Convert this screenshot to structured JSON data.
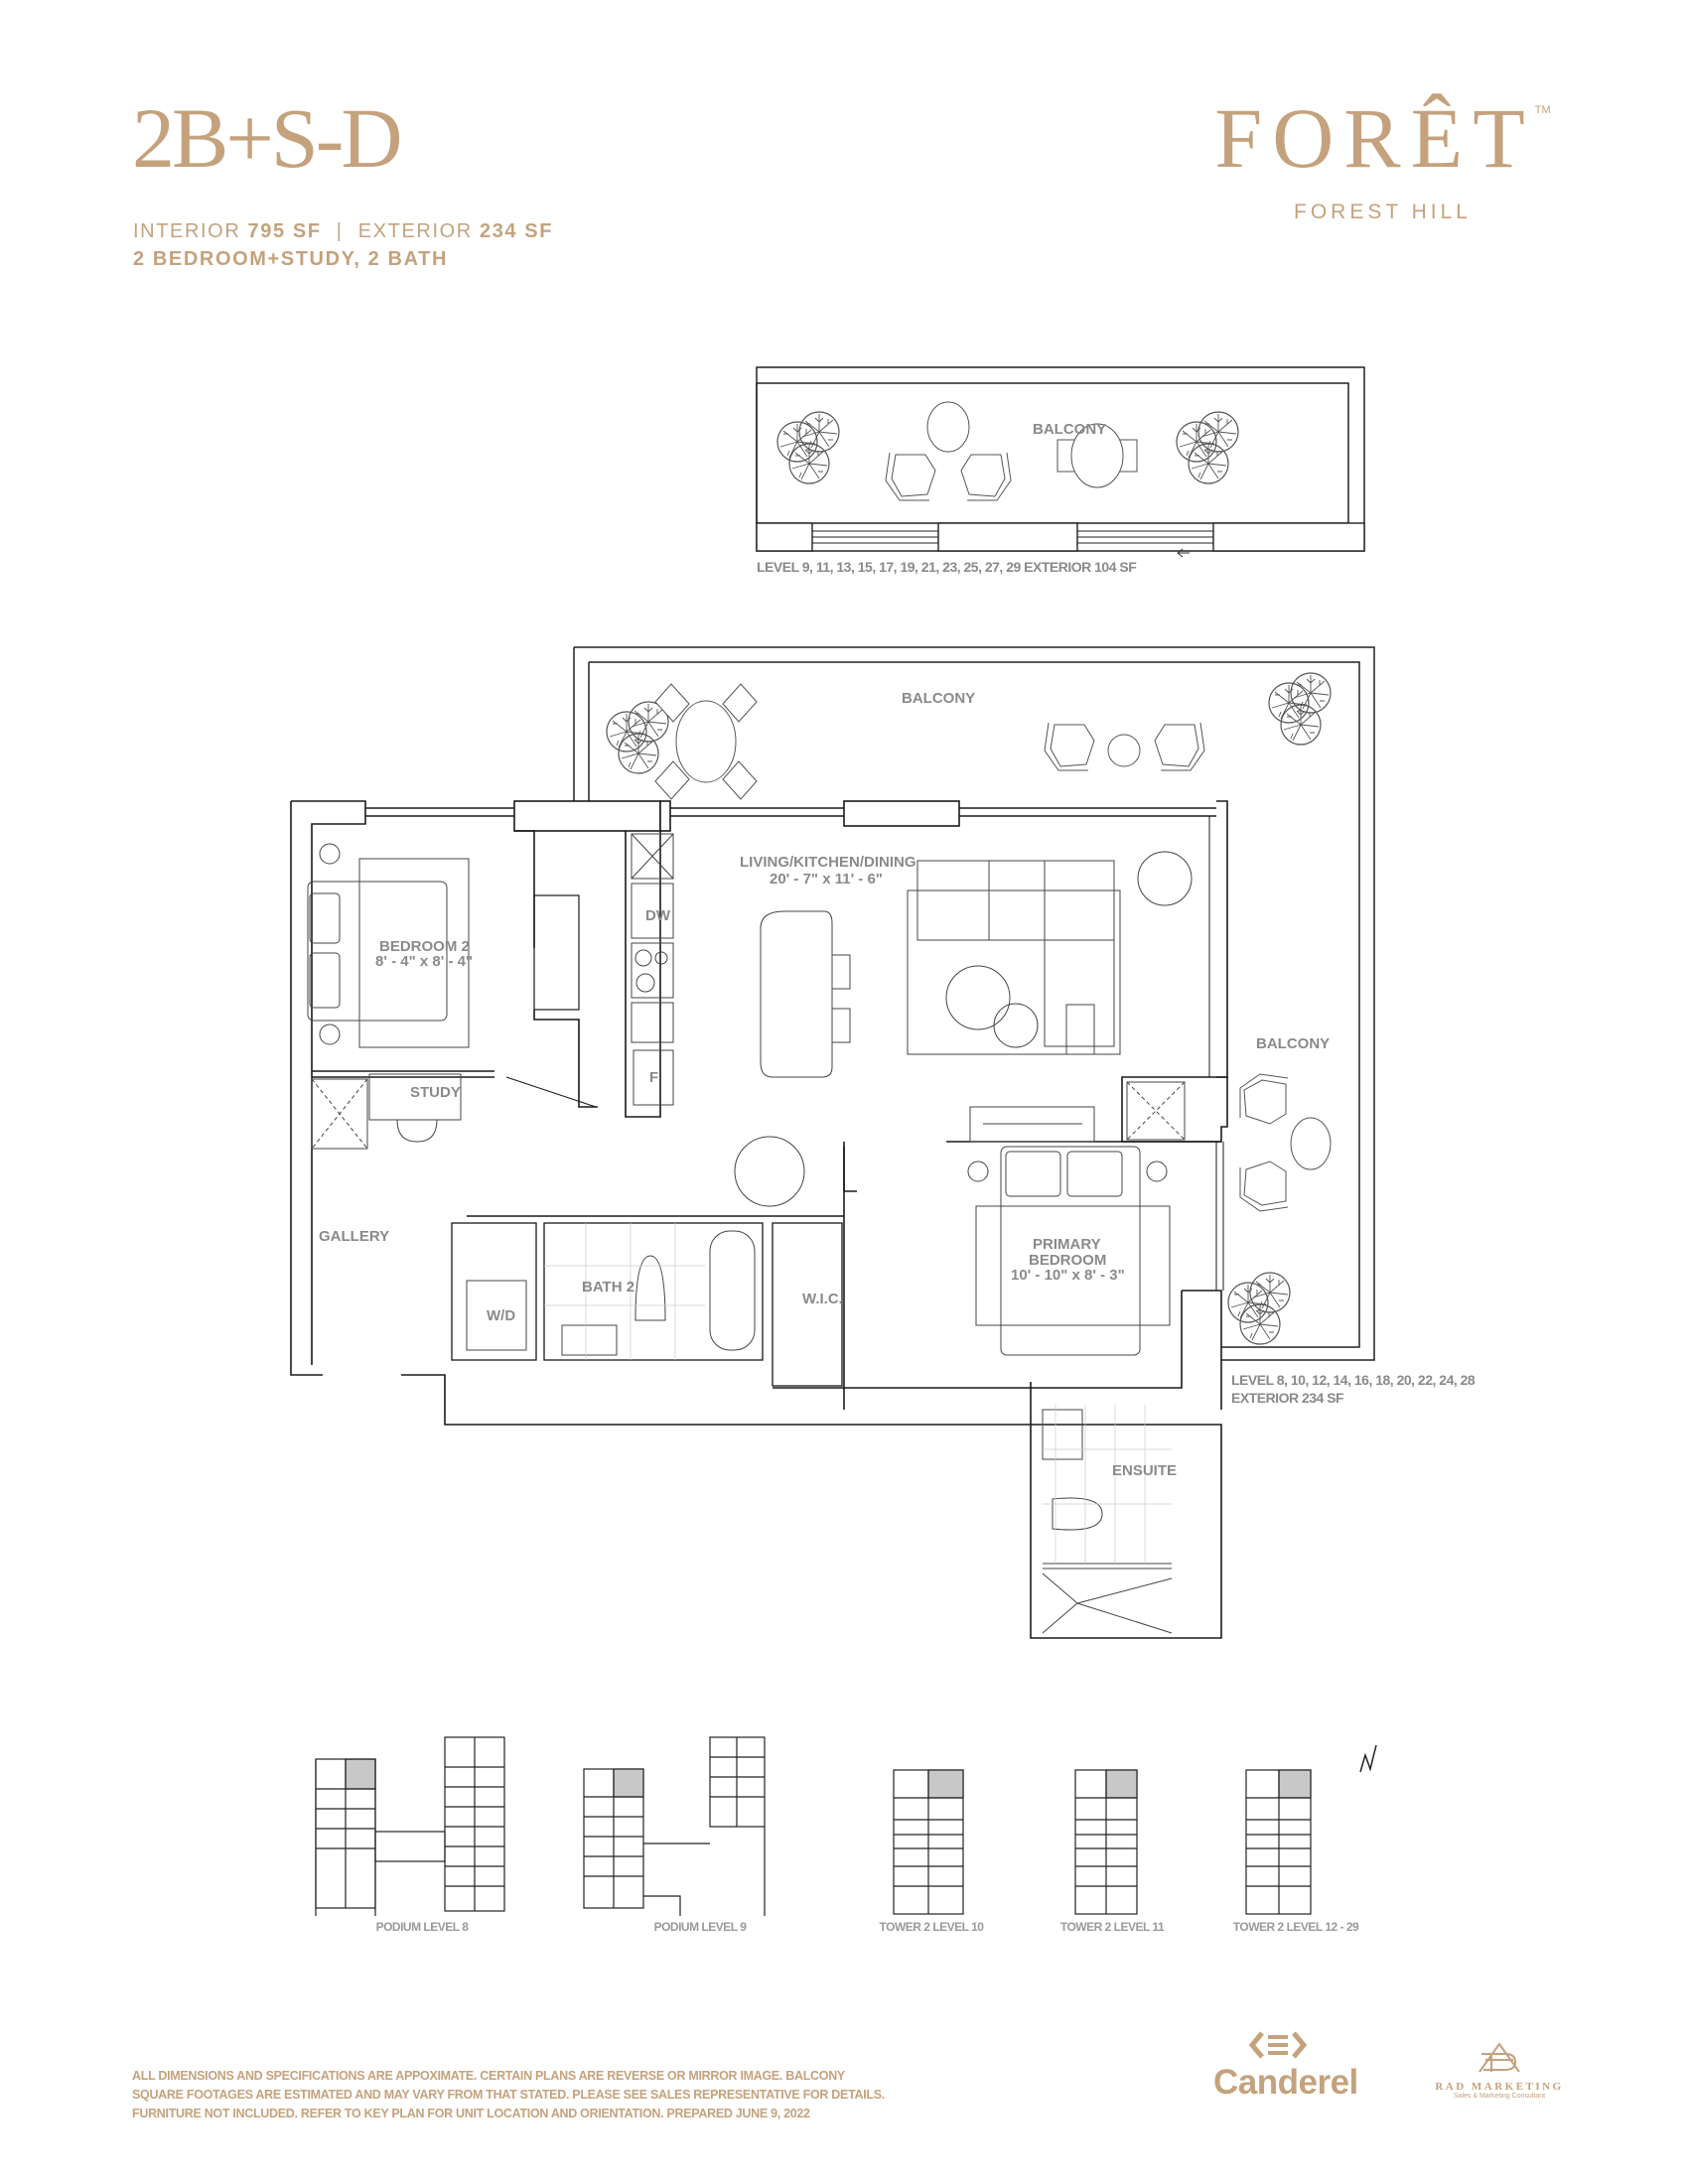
{
  "header": {
    "unit_name": "2B+S-D",
    "interior_label": "INTERIOR",
    "interior_value": "795 SF",
    "separator": "|",
    "exterior_label": "EXTERIOR",
    "exterior_value": "234 SF",
    "unit_type": "2 BEDROOM+STUDY, 2 BATH"
  },
  "brand": {
    "name": "FORÊT",
    "trademark": "TM",
    "subtitle": "FOREST HILL"
  },
  "upper_balcony": {
    "label": "BALCONY",
    "caption": "LEVEL 9, 11, 13, 15, 17, 19, 21, 23, 25, 27, 29    EXTERIOR 104 SF"
  },
  "floor_plan": {
    "rooms": {
      "balcony_north": "BALCONY",
      "balcony_east": "BALCONY",
      "living_kitchen_dining": "LIVING/KITCHEN/DINING",
      "living_dims": "20' - 7\" x 11' - 6\"",
      "bedroom2": "BEDROOM 2",
      "bedroom2_dims": "8' - 4\" x 8' - 4\"",
      "study": "STUDY",
      "gallery": "GALLERY",
      "wd": "W/D",
      "bath2": "BATH 2",
      "wic": "W.I.C.",
      "primary_line1": "PRIMARY",
      "primary_line2": "BEDROOM",
      "primary_dims": "10' - 10\" x 8' - 3\"",
      "ensuite": "ENSUITE",
      "dw": "DW",
      "fridge": "F"
    },
    "caption_line1": "LEVEL 8, 10, 12, 14, 16, 18, 20, 22, 24, 28",
    "caption_line2": "EXTERIOR 234 SF"
  },
  "key_plans": [
    {
      "label": "PODIUM LEVEL 8"
    },
    {
      "label": "PODIUM LEVEL 9"
    },
    {
      "label": "TOWER 2 LEVEL 10"
    },
    {
      "label": "TOWER 2 LEVEL 11"
    },
    {
      "label": "TOWER 2 LEVEL 12 - 29"
    }
  ],
  "compass": {
    "label": "N"
  },
  "footer": {
    "disclaimer_1": "ALL DIMENSIONS AND SPECIFICATIONS ARE APPOXIMATE. CERTAIN PLANS ARE REVERSE OR MIRROR IMAGE. BALCONY",
    "disclaimer_2": "SQUARE FOOTAGES ARE ESTIMATED AND MAY VARY FROM THAT STATED. PLEASE SEE SALES REPRESENTATIVE FOR DETAILS.",
    "disclaimer_3": "FURNITURE NOT INCLUDED. REFER TO KEY PLAN FOR UNIT LOCATION AND ORIENTATION. PREPARED JUNE 9, 2022"
  },
  "logos": {
    "developer": "Canderel",
    "marketing_name": "RAD MARKETING",
    "marketing_tagline": "Sales & Marketing Consultant"
  },
  "colors": {
    "accent_gold": "#c4a27d",
    "line": "#1a1a1a",
    "label_gray": "#8a8a8a",
    "key_highlight": "#c8c8c8"
  }
}
